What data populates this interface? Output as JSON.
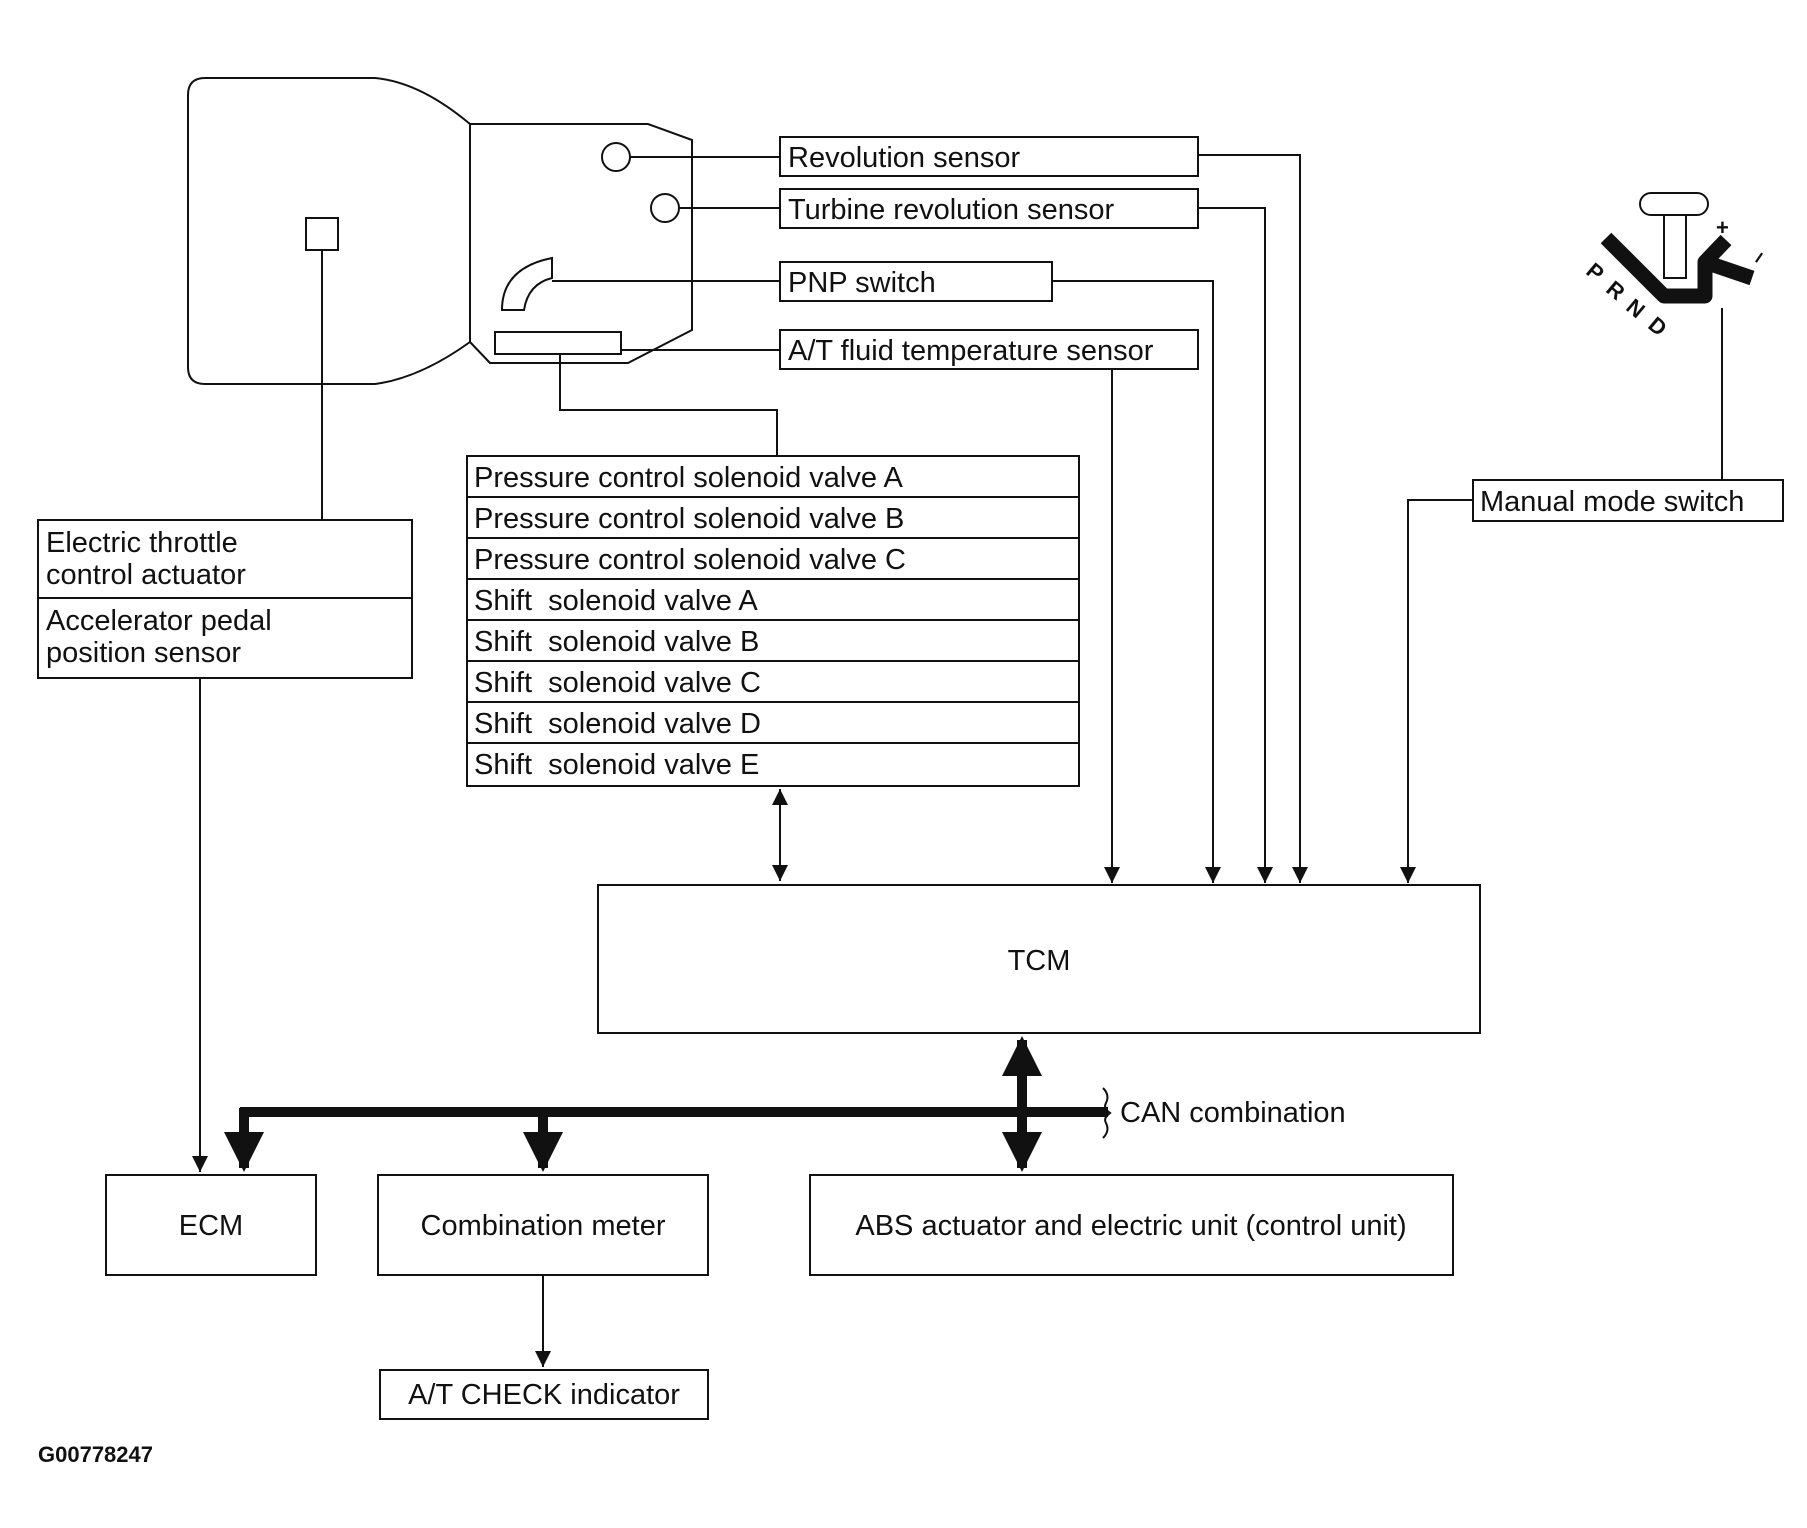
{
  "sensors": {
    "revolution": "Revolution sensor",
    "turbine": "Turbine revolution sensor",
    "pnp": "PNP switch",
    "fluid_temp": "A/T fluid temperature sensor"
  },
  "valves": [
    "Pressure control solenoid valve A",
    "Pressure control solenoid valve B",
    "Pressure control solenoid valve C",
    "Shift  solenoid valve A",
    "Shift  solenoid valve B",
    "Shift  solenoid valve C",
    "Shift  solenoid valve D",
    "Shift  solenoid valve E"
  ],
  "throttle": {
    "actuator_line1": "Electric throttle",
    "actuator_line2": "control actuator",
    "pedal_line1": "Accelerator pedal",
    "pedal_line2": "position sensor"
  },
  "manual_mode_switch": "Manual mode switch",
  "shifter": {
    "gates": [
      "P",
      "R",
      "N",
      "D"
    ],
    "plus": "+",
    "minus": "–"
  },
  "tcm": "TCM",
  "can_label": "CAN combination",
  "ecm": "ECM",
  "combination_meter": "Combination meter",
  "abs_unit": "ABS actuator and electric unit (control unit)",
  "at_check": "A/T CHECK indicator",
  "figure_id": "G00778247"
}
